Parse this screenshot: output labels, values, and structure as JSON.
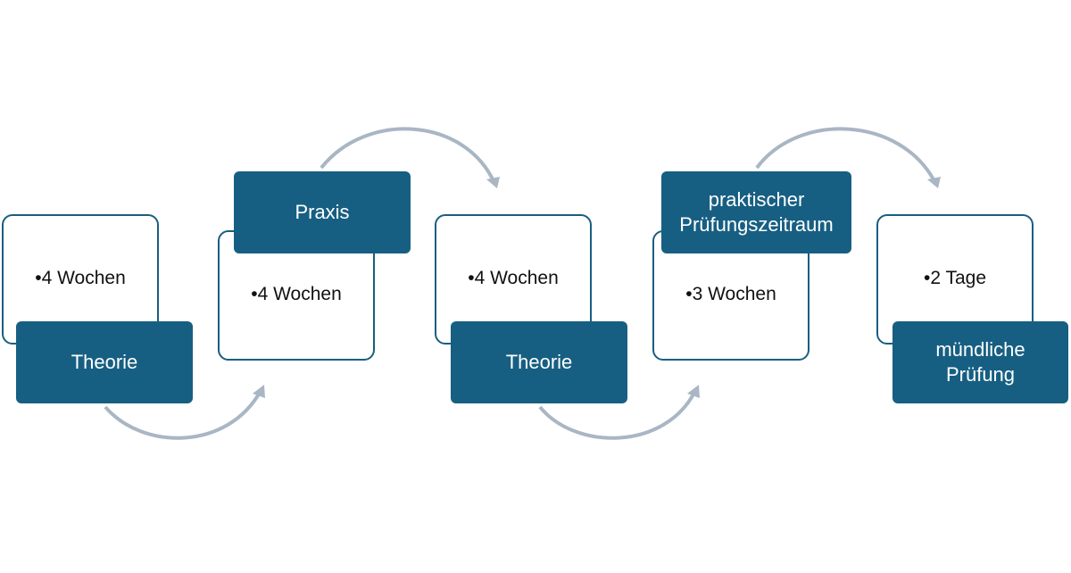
{
  "colors": {
    "accent": "#175f82",
    "outline": "#1a5e80",
    "arrow": "#a9b6c4"
  },
  "steps": [
    {
      "label": "Theorie",
      "detail": "•4 Wochen"
    },
    {
      "label": "Praxis",
      "detail": "•4 Wochen"
    },
    {
      "label": "Theorie",
      "detail": "•4 Wochen"
    },
    {
      "label": "praktischer Prüfungszeitraum",
      "detail": "•3 Wochen"
    },
    {
      "label": "mündliche Prüfung",
      "detail": "•2 Tage"
    }
  ]
}
